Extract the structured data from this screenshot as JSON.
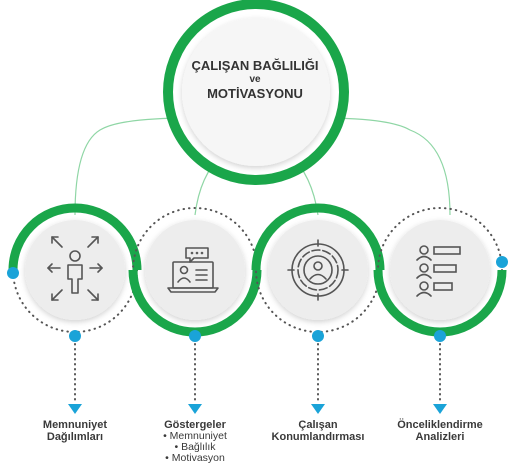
{
  "center": {
    "line1": "ÇALIŞAN BAĞLILIĞI",
    "line2": "ve",
    "line3": "MOTİVASYONU"
  },
  "nodes": [
    {
      "id": "memnuniyet",
      "icon": "org-chart-arrows-icon",
      "title_lines": [
        "Memnuniyet",
        "Dağılımları"
      ],
      "bullets": []
    },
    {
      "id": "gostergeler",
      "icon": "presentation-screen-icon",
      "title_lines": [
        "Göstergeler"
      ],
      "bullets": [
        "• Memnuniyet",
        "• Bağlılık",
        "• Motivasyon"
      ]
    },
    {
      "id": "calisan",
      "icon": "user-target-icon",
      "title_lines": [
        "Çalışan",
        "Konumlandırması"
      ],
      "bullets": []
    },
    {
      "id": "oncelik",
      "icon": "ranking-list-icon",
      "title_lines": [
        "Önceliklendirme",
        "Analizleri"
      ],
      "bullets": []
    }
  ],
  "colors": {
    "green": "#1aa64a",
    "light_green": "#8fd6a5",
    "blue_dot": "#1aa3d8",
    "gray_circle": "#ededed",
    "icon_stroke": "#555555",
    "dotted": "#555555"
  }
}
